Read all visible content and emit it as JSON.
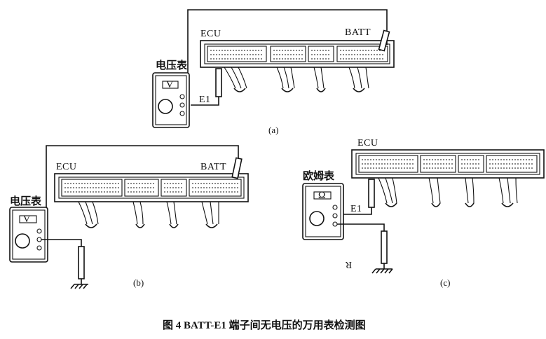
{
  "figure": {
    "caption": "图 4  BATT-E1 端子间无电压的万用表检测图"
  },
  "panels": [
    {
      "id": "a",
      "sub_label": "(a)",
      "ecu_label": "ECU",
      "batt_label": "BATT",
      "meter_title": "电压表",
      "meter_symbol": "V",
      "e1_label": "E1"
    },
    {
      "id": "b",
      "sub_label": "(b)",
      "ecu_label": "ECU",
      "batt_label": "BATT",
      "meter_title": "电压表",
      "meter_symbol": "V"
    },
    {
      "id": "c",
      "sub_label": "(c)",
      "ecu_label": "ECU",
      "meter_title": "欧姆表",
      "meter_symbol": "Ω",
      "e1_label": "E1",
      "stray_mark": "R"
    }
  ]
}
